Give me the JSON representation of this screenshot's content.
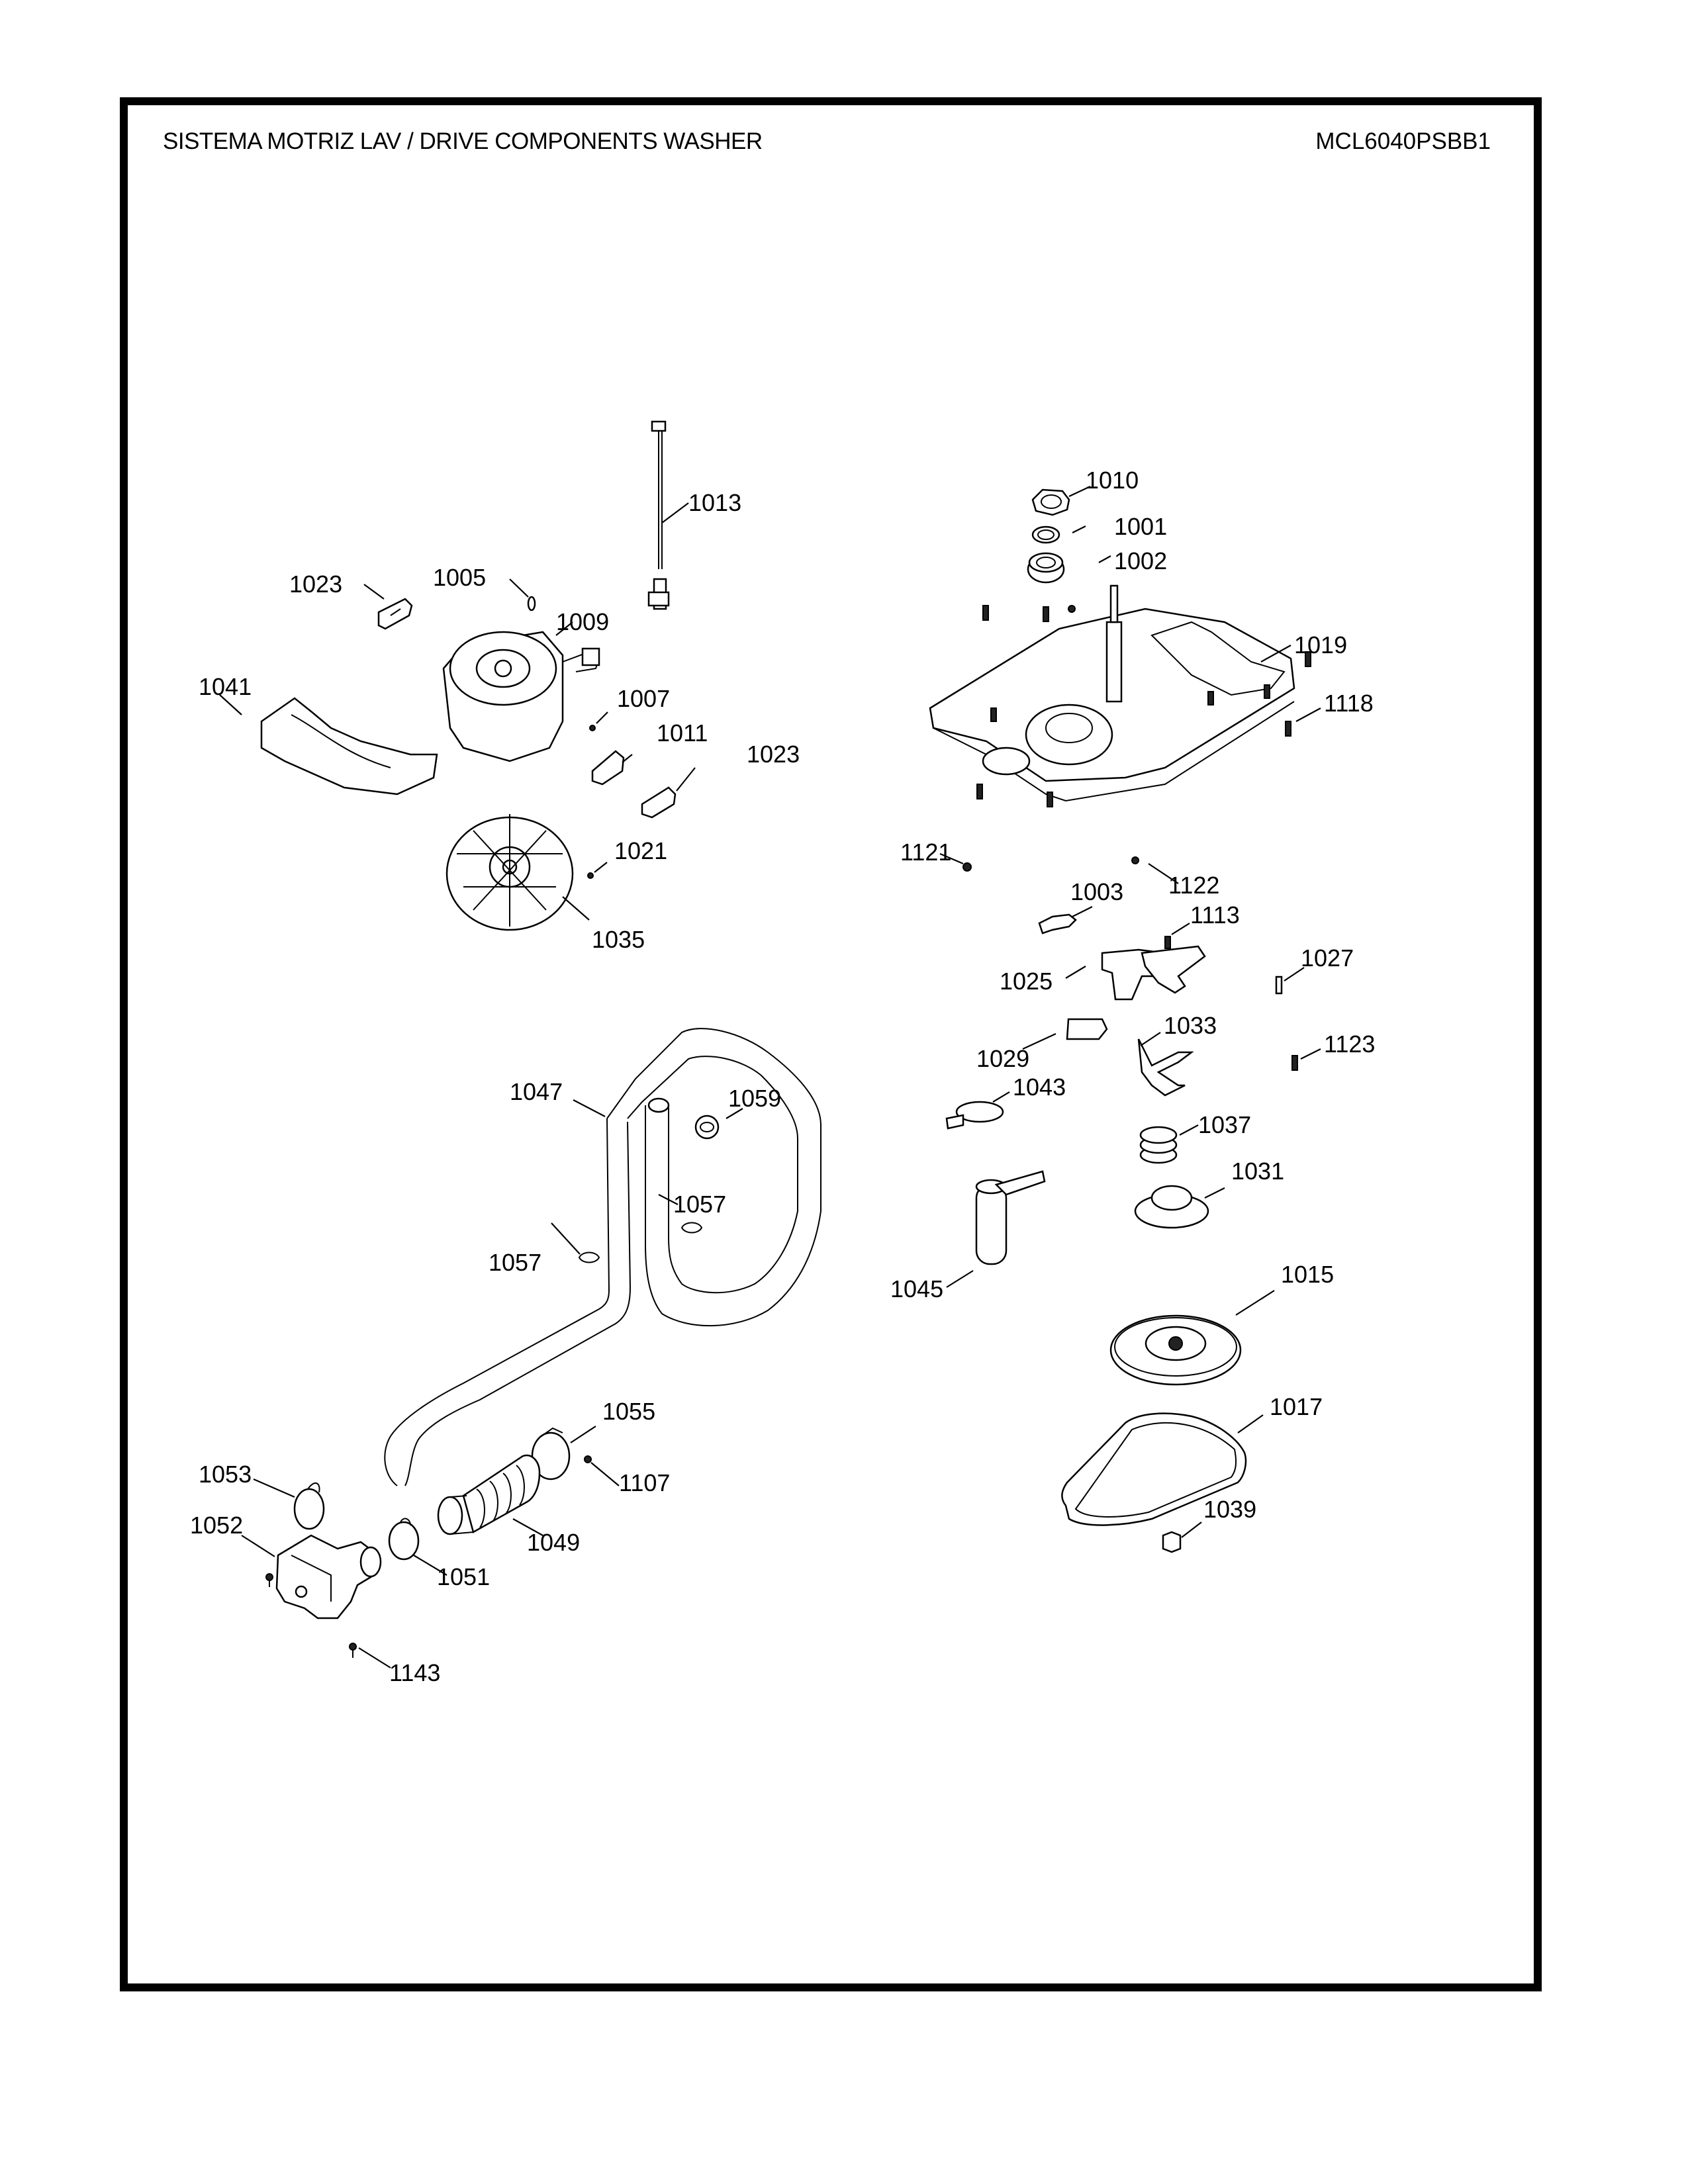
{
  "header": {
    "title": "SISTEMA MOTRIZ LAV / DRIVE COMPONENTS WASHER",
    "model_number": "MCL6040PSBB1"
  },
  "colors": {
    "line": "#000000",
    "background": "#ffffff"
  },
  "parts": [
    {
      "id": "1013",
      "name": "rod-sensor"
    },
    {
      "id": "1023",
      "name": "pad-left"
    },
    {
      "id": "1005",
      "name": "clip"
    },
    {
      "id": "1009",
      "name": "motor"
    },
    {
      "id": "1041",
      "name": "motor-cover"
    },
    {
      "id": "1007",
      "name": "screw"
    },
    {
      "id": "1011",
      "name": "bracket"
    },
    {
      "id": "1023",
      "name": "pad-right"
    },
    {
      "id": "1021",
      "name": "nut"
    },
    {
      "id": "1035",
      "name": "fan"
    },
    {
      "id": "1010",
      "name": "nut-hex"
    },
    {
      "id": "1001",
      "name": "washer"
    },
    {
      "id": "1002",
      "name": "seal-bearing"
    },
    {
      "id": "1019",
      "name": "mounting-plate"
    },
    {
      "id": "1118",
      "name": "screw"
    },
    {
      "id": "1121",
      "name": "screw"
    },
    {
      "id": "1122",
      "name": "screw"
    },
    {
      "id": "1003",
      "name": "lever"
    },
    {
      "id": "1113",
      "name": "bolt"
    },
    {
      "id": "1027",
      "name": "spring"
    },
    {
      "id": "1025",
      "name": "shift-assembly"
    },
    {
      "id": "1029",
      "name": "actuator"
    },
    {
      "id": "1033",
      "name": "fork"
    },
    {
      "id": "1123",
      "name": "screw"
    },
    {
      "id": "1043",
      "name": "strap"
    },
    {
      "id": "1037",
      "name": "spring-coil"
    },
    {
      "id": "1031",
      "name": "coupling"
    },
    {
      "id": "1045",
      "name": "capacitor"
    },
    {
      "id": "1015",
      "name": "pulley"
    },
    {
      "id": "1017",
      "name": "belt"
    },
    {
      "id": "1039",
      "name": "nut"
    },
    {
      "id": "1047",
      "name": "drain-hose"
    },
    {
      "id": "1059",
      "name": "hose-star-clip"
    },
    {
      "id": "1057",
      "name": "hose-clip-right"
    },
    {
      "id": "1057",
      "name": "hose-clip-left"
    },
    {
      "id": "1055",
      "name": "clamp-large"
    },
    {
      "id": "1107",
      "name": "screw"
    },
    {
      "id": "1053",
      "name": "clamp-small"
    },
    {
      "id": "1049",
      "name": "drain-pump"
    },
    {
      "id": "1052",
      "name": "clamp-mid"
    },
    {
      "id": "1051",
      "name": "bellows-hose"
    },
    {
      "id": "1143",
      "name": "screw"
    }
  ]
}
